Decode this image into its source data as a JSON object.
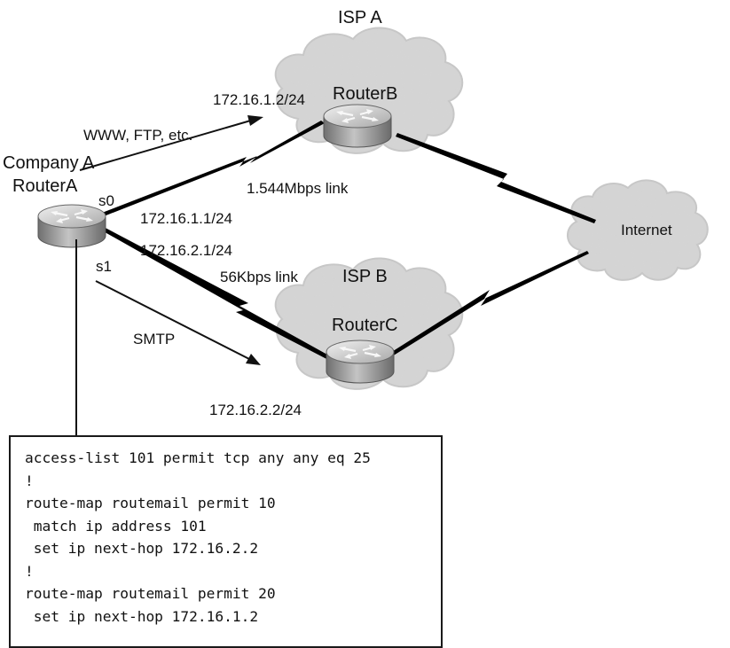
{
  "labels": {
    "isp_a": "ISP A",
    "isp_b": "ISP B",
    "router_b": "RouterB",
    "router_c": "RouterC",
    "company_a": "Company A",
    "router_a": "RouterA",
    "internet": "Internet",
    "www_ftp": "WWW, FTP, etc.",
    "smtp": "SMTP",
    "s0": "s0",
    "s1": "s1",
    "ip_router_b": "172.16.1.2/24",
    "ip_router_a_s0": "172.16.1.1/24",
    "ip_router_a_s1": "172.16.2.1/24",
    "ip_router_c": "172.16.2.2/24",
    "link_t1": "1.544Mbps link",
    "link_56k": "56Kbps link"
  },
  "config_lines": [
    "access-list 101 permit tcp any any eq 25",
    "!",
    "route-map routemail permit 10",
    " match ip address 101",
    " set ip next-hop 172.16.2.2",
    "!",
    "route-map routemail permit 20",
    " set ip next-hop 172.16.1.2"
  ],
  "colors": {
    "cloud": "#d6d6d6",
    "router_body": "#8c8c8c",
    "router_top": "#dcdcdc",
    "link": "#000000"
  }
}
